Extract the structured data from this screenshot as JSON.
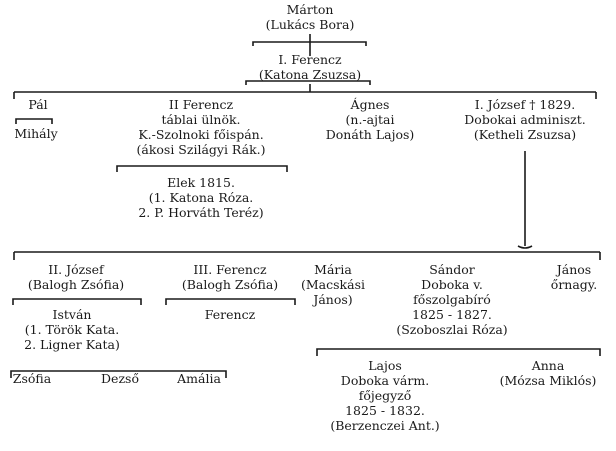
{
  "genealogy": {
    "marton": {
      "name": "Márton",
      "spouse": "(Lukács Bora)"
    },
    "ferencz_i": {
      "name": "I. Ferencz",
      "spouse": "(Katona Zsuzsa)"
    },
    "pal": {
      "name": "Pál"
    },
    "mihaly": {
      "name": "Mihály"
    },
    "ferencz_ii": {
      "name": "II Ferencz",
      "lines": [
        "táblai ülnök.",
        "K.-Szolnoki főispán.",
        "(ákosi Szilágyi Rák.)"
      ]
    },
    "elek": {
      "lines": [
        "Elek 1815.",
        "(1. Katona Róza.",
        "2. P. Horváth Teréz)"
      ]
    },
    "agnes": {
      "name": "Ágnes",
      "lines": [
        "(n.-ajtai",
        "Donáth Lajos)"
      ]
    },
    "jozsef_i": {
      "lines": [
        "I. József † 1829.",
        "Dobokai adminiszt.",
        "(Ketheli Zsuzsa)"
      ]
    },
    "jozsef_ii": {
      "name": "II. József",
      "spouse": "(Balogh Zsófia)"
    },
    "istvan": {
      "lines": [
        "István",
        "(1. Török Kata.",
        "2. Ligner Kata)"
      ]
    },
    "zsofia": {
      "name": "Zsófia"
    },
    "dezso": {
      "name": "Dezső"
    },
    "amalia": {
      "name": "Amália"
    },
    "ferencz_iii": {
      "name": "III. Ferencz",
      "spouse": "(Balogh Zsófia)"
    },
    "ferencz_child": {
      "name": "Ferencz"
    },
    "maria": {
      "lines": [
        "Mária",
        "(Macskási",
        "János)"
      ]
    },
    "sandor": {
      "lines": [
        "Sándor",
        "Doboka v.",
        "főszolgabíró",
        "1825 - 1827.",
        "(Szoboszlai Róza)"
      ]
    },
    "janos": {
      "lines": [
        "János",
        "őrnagy."
      ]
    },
    "lajos": {
      "lines": [
        "Lajos",
        "Doboka várm.",
        "főjegyző",
        "1825 - 1832.",
        "(Berzenczei Ant.)"
      ]
    },
    "anna": {
      "lines": [
        "Anna",
        "(Mózsa Miklós)"
      ]
    }
  }
}
